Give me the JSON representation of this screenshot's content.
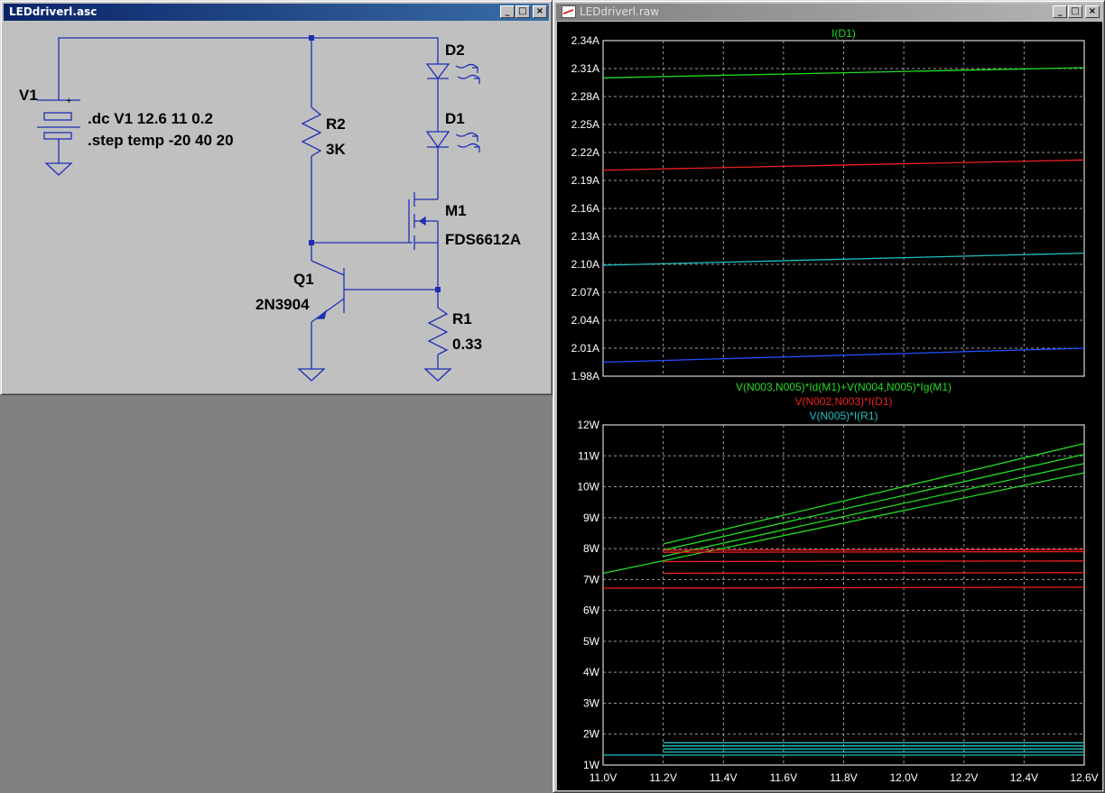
{
  "schematic": {
    "title": "LEDdriverl.asc",
    "labels": {
      "v1": "V1",
      "plus": "+",
      "dc_cmd": ".dc V1 12.6 11 0.2",
      "step_cmd": ".step temp -20 40 20",
      "r2": "R2",
      "r2_val": "3K",
      "d2": "D2",
      "d1": "D1",
      "m1": "M1",
      "m1_val": "FDS6612A",
      "q1": "Q1",
      "q1_val": "2N3904",
      "r1": "R1",
      "r1_val": "0.33"
    }
  },
  "plot": {
    "title": "LEDdriverl.raw",
    "window_buttons": {
      "min": "_",
      "max": "□",
      "close": "×"
    },
    "colors": {
      "green": "#22dd22",
      "red": "#ee2020",
      "cyan": "#20c0c0",
      "blue": "#2050ff",
      "grid": "#9a9a9a",
      "axis": "#ffffff"
    },
    "chart_data": [
      {
        "type": "line",
        "title": "I(D1)",
        "xlabel": "",
        "ylabel": "",
        "xlim": [
          11.0,
          12.6
        ],
        "ylim": [
          1.98,
          2.34
        ],
        "yticks": [
          "1.98A",
          "2.01A",
          "2.04A",
          "2.07A",
          "2.10A",
          "2.13A",
          "2.16A",
          "2.19A",
          "2.22A",
          "2.25A",
          "2.28A",
          "2.31A",
          "2.34A"
        ],
        "grid": true,
        "series": [
          {
            "color": "#22dd22",
            "x": [
              11.0,
              12.6
            ],
            "y": [
              2.3,
              2.311
            ]
          },
          {
            "color": "#ee2020",
            "x": [
              11.0,
              12.6
            ],
            "y": [
              2.201,
              2.212
            ]
          },
          {
            "color": "#20c0c0",
            "x": [
              11.0,
              12.6
            ],
            "y": [
              2.099,
              2.112
            ]
          },
          {
            "color": "#2050ff",
            "x": [
              11.0,
              12.6
            ],
            "y": [
              1.995,
              2.01
            ]
          }
        ]
      },
      {
        "type": "line",
        "legend": [
          {
            "text": "V(N003,N005)*Id(M1)+V(N004,N005)*Ig(M1)",
            "color": "#22dd22"
          },
          {
            "text": "V(N002,N003)*I(D1)",
            "color": "#ee2020"
          },
          {
            "text": "V(N005)*I(R1)",
            "color": "#20c0c0"
          }
        ],
        "xlabel": "",
        "ylabel": "",
        "xlim": [
          11.0,
          12.6
        ],
        "ylim": [
          1,
          12
        ],
        "yticks": [
          "1W",
          "2W",
          "3W",
          "4W",
          "5W",
          "6W",
          "7W",
          "8W",
          "9W",
          "10W",
          "11W",
          "12W"
        ],
        "xticks": [
          "11.0V",
          "11.2V",
          "11.4V",
          "11.6V",
          "11.8V",
          "12.0V",
          "12.2V",
          "12.4V",
          "12.6V"
        ],
        "grid": true,
        "series": [
          {
            "color": "#22dd22",
            "x": [
              11.2,
              12.6
            ],
            "y": [
              8.15,
              11.4
            ]
          },
          {
            "color": "#22dd22",
            "x": [
              11.2,
              12.6
            ],
            "y": [
              7.95,
              11.05
            ]
          },
          {
            "color": "#22dd22",
            "x": [
              11.2,
              12.6
            ],
            "y": [
              7.75,
              10.75
            ]
          },
          {
            "color": "#22dd22",
            "x": [
              11.0,
              12.6
            ],
            "y": [
              7.2,
              10.45
            ]
          },
          {
            "color": "#ee2020",
            "x": [
              11.2,
              12.6
            ],
            "y": [
              7.95,
              7.97
            ]
          },
          {
            "color": "#ee2020",
            "x": [
              11.2,
              12.6
            ],
            "y": [
              7.88,
              7.9
            ]
          },
          {
            "color": "#ee2020",
            "x": [
              11.2,
              12.6
            ],
            "y": [
              7.58,
              7.6
            ]
          },
          {
            "color": "#ee2020",
            "x": [
              11.2,
              12.6
            ],
            "y": [
              7.2,
              7.22
            ]
          },
          {
            "color": "#ee2020",
            "x": [
              11.0,
              12.6
            ],
            "y": [
              6.72,
              6.75
            ]
          },
          {
            "color": "#20c0c0",
            "x": [
              11.2,
              12.6
            ],
            "y": [
              1.72,
              1.72
            ]
          },
          {
            "color": "#20c0c0",
            "x": [
              11.2,
              12.6
            ],
            "y": [
              1.62,
              1.62
            ]
          },
          {
            "color": "#20c0c0",
            "x": [
              11.2,
              12.6
            ],
            "y": [
              1.52,
              1.52
            ]
          },
          {
            "color": "#20c0c0",
            "x": [
              11.2,
              12.6
            ],
            "y": [
              1.42,
              1.42
            ]
          },
          {
            "color": "#20c0c0",
            "x": [
              11.0,
              12.6
            ],
            "y": [
              1.32,
              1.32
            ]
          }
        ]
      }
    ]
  }
}
